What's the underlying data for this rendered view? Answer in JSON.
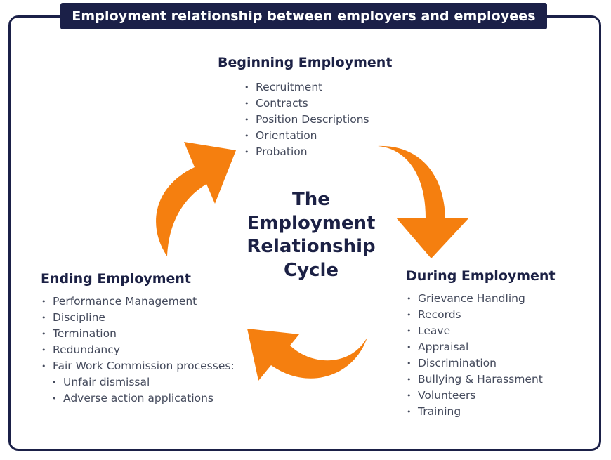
{
  "title": "Employment relationship between employers and employees",
  "center_text": [
    "The",
    "Employment",
    "Relationship",
    "Cycle"
  ],
  "sections": {
    "beginning": {
      "heading": "Beginning Employment",
      "items": [
        "Recruitment",
        "Contracts",
        "Position Descriptions",
        "Orientation",
        "Probation"
      ]
    },
    "during": {
      "heading": "During Employment",
      "items": [
        "Grievance Handling",
        "Records",
        "Leave",
        "Appraisal",
        "Discrimination",
        "Bullying & Harassment",
        "Volunteers",
        "Training"
      ]
    },
    "ending": {
      "heading": "Ending Employment",
      "items": [
        "Performance Management",
        "Discipline",
        "Termination",
        "Redundancy",
        "Fair Work Commission processes:"
      ],
      "sub_items": [
        "Unfair dismissal",
        "Adverse action applications"
      ]
    }
  },
  "colors": {
    "navy": "#1b2048",
    "arrow_orange": "#f57f0f",
    "text_gray": "#444a5c"
  }
}
